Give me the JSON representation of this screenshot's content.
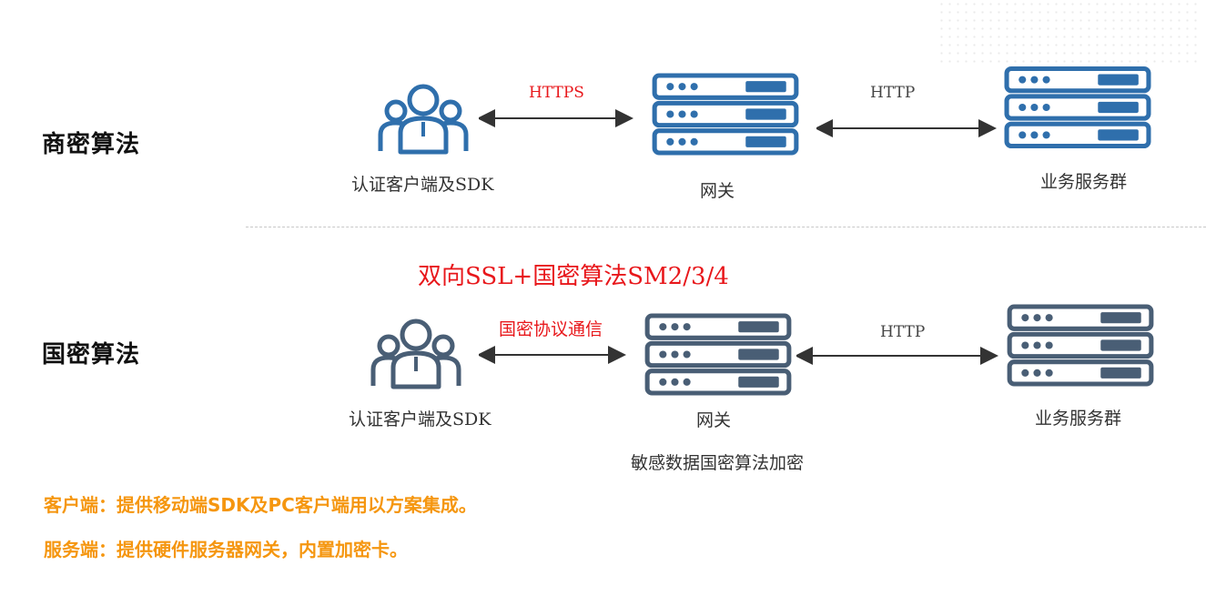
{
  "top_row": {
    "section_title": "商密算法",
    "client_label": "认证客户端及SDK",
    "client_protocol": "HTTPS",
    "gateway_label": "网关",
    "backend_protocol": "HTTP",
    "servers_label": "业务服务群"
  },
  "bottom_row": {
    "section_title": "国密算法",
    "headline": "双向SSL+国密算法SM2/3/4",
    "client_label": "认证客户端及SDK",
    "client_protocol": "国密协议通信",
    "gateway_label": "网关",
    "gateway_note": "敏感数据国密算法加密",
    "backend_protocol": "HTTP",
    "servers_label": "业务服务群"
  },
  "notes": {
    "client": "客户端：提供移动端SDK及PC客户端用以方案集成。",
    "server": "服务端：提供硬件服务器网关，内置加密卡。"
  },
  "colors": {
    "top_icon": "#2f6fac",
    "bottom_icon": "#495e75",
    "red_text": "#e8171b",
    "note_orange": "#f5960f"
  },
  "icons": {
    "client": "user-group-icon",
    "gateway": "server-stack-icon",
    "servers": "server-stack-icon"
  }
}
